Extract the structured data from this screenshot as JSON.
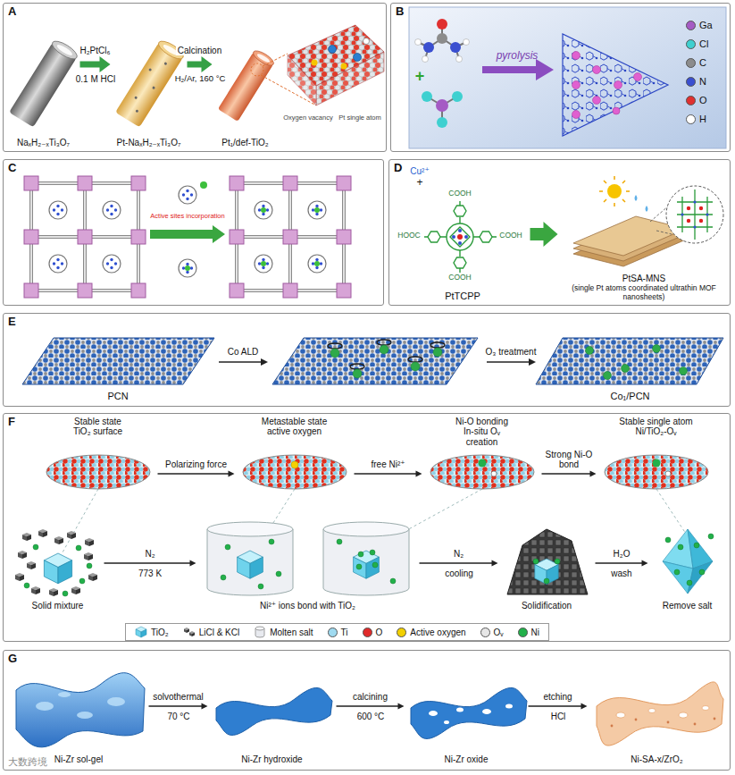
{
  "diagram": {
    "nodes": [
      {
        "text": [
          "A"
        ]
      },
      {
        "text": [
          "NaₓH₂₋ₓTi₃O₇"
        ],
        "in": 0
      },
      {
        "text": [
          "Pt-NaₓH₂₋ₓTi₃O₇"
        ],
        "in": 0
      },
      {
        "text": [
          "Pt₁/def-TiO₂"
        ],
        "in": 0
      },
      {
        "text": [
          "B"
        ]
      },
      {
        "text": [
          "C"
        ]
      },
      {
        "text": [
          "D"
        ]
      },
      {
        "text": [
          "PtTCPP"
        ],
        "in": 6
      },
      {
        "text": [
          "PtSA-MNS",
          "(single Pt atoms coordinated ultrathin MOF nanosheets)"
        ],
        "in": 6
      },
      {
        "text": [
          "E"
        ]
      },
      {
        "text": [
          "PCN"
        ],
        "in": 9
      },
      {
        "text": [
          "Co₁/PCN"
        ],
        "in": 9
      },
      {
        "text": [
          "F"
        ]
      },
      {
        "text": [
          "Stable state TiO₂ surface"
        ],
        "in": 12
      },
      {
        "text": [
          "Metastable state active oxygen"
        ],
        "in": 12
      },
      {
        "text": [
          "Ni-O bonding In-situ Oᵥ creation"
        ],
        "in": 12
      },
      {
        "text": [
          "Stable single atom Ni/TiO₂-Oᵥ"
        ],
        "in": 12
      },
      {
        "text": [
          "Solid mixture"
        ],
        "in": 12
      },
      {
        "text": [
          "Ni²⁺ ions bond with TiO₂"
        ],
        "in": 12
      },
      {
        "text": [
          "Solidification"
        ],
        "in": 12
      },
      {
        "text": [
          "Remove salt"
        ],
        "in": 12
      },
      {
        "text": [
          "G"
        ]
      },
      {
        "text": [
          "Ni-Zr sol-gel"
        ],
        "in": 21
      },
      {
        "text": [
          "Ni-Zr hydroxide"
        ],
        "in": 21
      },
      {
        "text": [
          "Ni-Zr oxide"
        ],
        "in": 21
      },
      {
        "text": [
          "Ni-SA-x/ZrO₂"
        ],
        "in": 21
      }
    ],
    "edges": [
      {
        "from": 1,
        "to": 2,
        "arrow": "to",
        "label": "H₂PtCl₆"
      },
      {
        "from": 2,
        "to": 3,
        "arrow": "to",
        "label": "Calcination"
      },
      {
        "from": 7,
        "to": 8,
        "arrow": "to"
      },
      {
        "from": 13,
        "to": 14,
        "arrow": "to",
        "label": "Polarizing force"
      },
      {
        "from": 14,
        "to": 15,
        "arrow": "to",
        "label": "free Ni²⁺"
      },
      {
        "from": 15,
        "to": 16,
        "arrow": "to",
        "label": "Strong Ni-O bond"
      },
      {
        "from": 17,
        "to": 18,
        "arrow": "to",
        "label": "N₂"
      },
      {
        "from": 18,
        "to": 19,
        "arrow": "to",
        "label": "N₂"
      },
      {
        "from": 19,
        "to": 20,
        "arrow": "to",
        "label": "H₂O"
      },
      {
        "from": 22,
        "to": 23,
        "arrow": "to",
        "label": "solvothermal"
      },
      {
        "from": 23,
        "to": 24,
        "arrow": "to",
        "label": "calcining"
      },
      {
        "from": 24,
        "to": 25,
        "arrow": "to",
        "label": "etching"
      }
    ],
    "labels": [
      "0.1 M HCl",
      "H₂/Ar, 160 °C",
      "Oxygen vacancy",
      "Pt single atom",
      "+",
      "pyrolysis",
      "Active sites incorporation",
      "Cu²⁺",
      "+",
      "COOH",
      "HOOC",
      "COOH",
      "COOH",
      "Co ALD",
      "O₃ treatment",
      "773 K",
      "cooling",
      "wash",
      "70 °C",
      "600 °C",
      "HCl",
      "大数跨境"
    ],
    "legend": [
      {
        "text": "Ga",
        "color": "#a55bc4"
      },
      {
        "text": "Cl",
        "color": "#3fd0d0"
      },
      {
        "text": "C",
        "color": "#8c8c8c"
      },
      {
        "text": "N",
        "color": "#3a4fd0"
      },
      {
        "text": "O",
        "color": "#e03030"
      },
      {
        "text": "H",
        "color": "#ffffff"
      },
      {
        "text": "TiO₂"
      },
      {
        "text": "LiCl & KCl"
      },
      {
        "text": "Molten salt"
      },
      {
        "text": "Ti",
        "color": "#9fdaf0"
      },
      {
        "text": "O",
        "color": "#e02a2a"
      },
      {
        "text": "Active oxygen",
        "color": "#f2d000"
      },
      {
        "text": "Oᵥ",
        "color": "#e6e6e6"
      },
      {
        "text": "Ni",
        "color": "#22b04a"
      }
    ]
  }
}
